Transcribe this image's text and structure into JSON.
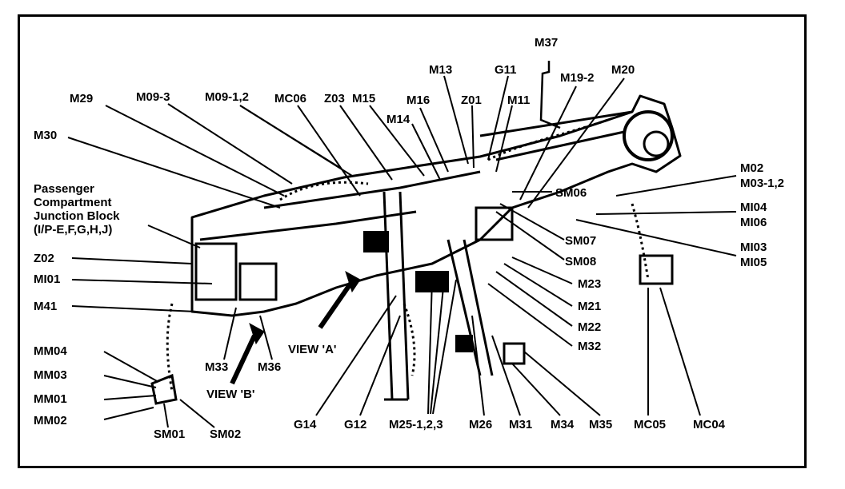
{
  "labels": {
    "m37": "M37",
    "m13": "M13",
    "g11": "G11",
    "m19_2": "M19-2",
    "m20": "M20",
    "m29": "M29",
    "m09_3": "M09-3",
    "m09_12": "M09-1,2",
    "mc06": "MC06",
    "z03": "Z03",
    "m15": "M15",
    "m16": "M16",
    "z01": "Z01",
    "m11": "M11",
    "m14": "M14",
    "m30": "M30",
    "passenger": "Passenger\nCompartment\nJunction Block\n(I/P-E,F,G,H,J)",
    "sm06": "SM06",
    "m02": "M02",
    "m03_12": "M03-1,2",
    "mi04": "MI04",
    "mi06": "MI06",
    "sm07": "SM07",
    "mi03": "MI03",
    "mi05": "MI05",
    "sm08": "SM08",
    "z02": "Z02",
    "mi01": "MI01",
    "m23": "M23",
    "m41": "M41",
    "m21": "M21",
    "m22": "M22",
    "view_a": "VIEW 'A'",
    "m32": "M32",
    "mm04": "MM04",
    "m33": "M33",
    "m36": "M36",
    "mm03": "MM03",
    "view_b": "VIEW 'B'",
    "mm01": "MM01",
    "mm02": "MM02",
    "sm01": "SM01",
    "sm02": "SM02",
    "g14": "G14",
    "g12": "G12",
    "m25_123": "M25-1,2,3",
    "m26": "M26",
    "m31": "M31",
    "m34": "M34",
    "m35": "M35",
    "mc05": "MC05",
    "mc04": "MC04"
  }
}
